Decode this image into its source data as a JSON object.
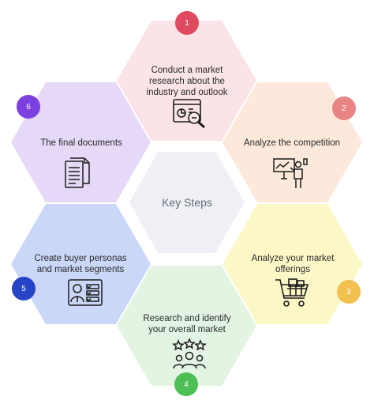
{
  "diagram": {
    "center": {
      "label": "Key Steps",
      "fill": "#eef0f6"
    },
    "steps": [
      {
        "number": "1",
        "label": "Conduct a market research about the industry and outlook",
        "fill": "#fbe4e8",
        "badge_color": "#e04a5e",
        "icon": "analytics-magnifier-icon"
      },
      {
        "number": "2",
        "label": "Analyze the competition",
        "fill": "#fde9dc",
        "badge_color": "#e98484",
        "icon": "presenter-board-icon"
      },
      {
        "number": "3",
        "label": "Analyze your market offerings",
        "fill": "#fbf7c7",
        "badge_color": "#f2c04f",
        "icon": "shopping-cart-icon"
      },
      {
        "number": "4",
        "label": "Research and identify your overall market",
        "fill": "#e3f4e3",
        "badge_color": "#4cc055",
        "icon": "customers-rating-icon"
      },
      {
        "number": "5",
        "label": "Create buyer personas and market segments",
        "fill": "#cad7f8",
        "badge_color": "#2743c7",
        "icon": "persona-profile-icon"
      },
      {
        "number": "6",
        "label": "The final documents",
        "fill": "#e5d9f7",
        "badge_color": "#7c3fe0",
        "icon": "documents-icon"
      }
    ]
  }
}
